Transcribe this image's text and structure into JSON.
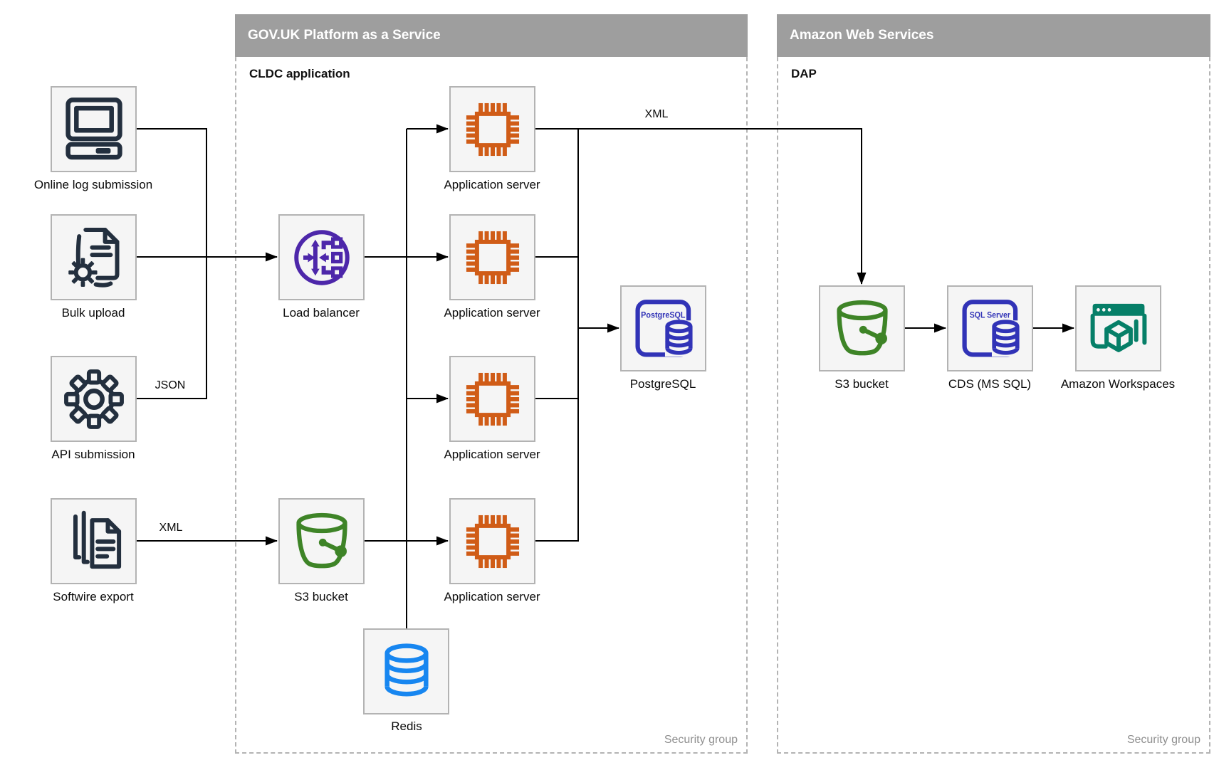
{
  "zones": {
    "paas": {
      "title": "GOV.UK Platform as a Service",
      "sublabel": "CLDC application",
      "security": "Security group"
    },
    "aws": {
      "title": "Amazon Web Services",
      "sublabel": "DAP",
      "security": "Security group"
    }
  },
  "nodes": {
    "online_log": {
      "label": "Online log submission",
      "icon": "computer-icon"
    },
    "bulk_upload": {
      "label": "Bulk upload",
      "icon": "document-gear-icon"
    },
    "api_submission": {
      "label": "API submission",
      "icon": "gear-icon"
    },
    "softwire_export": {
      "label": "Softwire export",
      "icon": "documents-icon"
    },
    "load_balancer": {
      "label": "Load balancer",
      "icon": "load-balancer-icon"
    },
    "s3_paas": {
      "label": "S3 bucket",
      "icon": "s3-bucket-icon"
    },
    "app_server_1": {
      "label": "Application server",
      "icon": "chip-icon"
    },
    "app_server_2": {
      "label": "Application server",
      "icon": "chip-icon"
    },
    "app_server_3": {
      "label": "Application server",
      "icon": "chip-icon"
    },
    "app_server_4": {
      "label": "Application server",
      "icon": "chip-icon"
    },
    "redis": {
      "label": "Redis",
      "icon": "redis-database-icon"
    },
    "postgresql": {
      "label": "PostgreSQL",
      "icon_text": "PostgreSQL",
      "icon": "postgresql-icon"
    },
    "s3_aws": {
      "label": "S3 bucket",
      "icon": "s3-bucket-icon"
    },
    "cds": {
      "label": "CDS (MS SQL)",
      "icon_text": "SQL Server",
      "icon": "sql-server-icon"
    },
    "workspaces": {
      "label": "Amazon Workspaces",
      "icon": "workspaces-icon"
    }
  },
  "edge_labels": {
    "json": "JSON",
    "xml_export": "XML",
    "xml_feed": "XML"
  },
  "colors": {
    "header_bg": "#9e9e9e",
    "zone_border": "#b3b3b3",
    "node_fill": "#f5f5f5",
    "node_border": "#b3b3b3",
    "dark_navy_icon": "#232f3e",
    "orange_compute": "#d05c17",
    "purple_network": "#4d27aa",
    "green_storage": "#3e8427",
    "indigo_database": "#3133b7",
    "blue_redis": "#1786f0",
    "teal_workspaces": "#067f68",
    "connector": "#000000",
    "security_text": "#8f8f8f"
  }
}
